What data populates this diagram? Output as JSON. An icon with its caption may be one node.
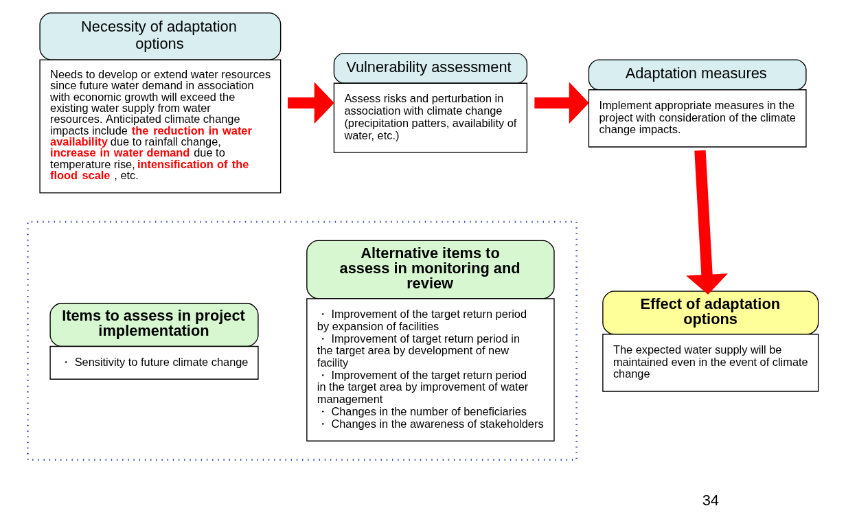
{
  "diagram": {
    "nodes": [
      {
        "text": [
          "Necessity of adaptation options",
          "Needs to develop or extend water resources since future water demand in association with economic growth will exceed the existing water supply from water resources. Anticipated climate change impacts include **the reduction in water availability** due to rainfall change, **increase in water demand** due to temperature rise, **intensification of the flood scale**, etc."
        ]
      },
      {
        "text": [
          "Vulnerability assessment",
          "Assess risks and perturbation in association with climate change (precipitation patters, availability of water, etc.)"
        ]
      },
      {
        "text": [
          "Adaptation measures",
          "Implement appropriate measures in the project with consideration of the climate change impacts."
        ]
      },
      {
        "text": [],
        "shape": "box"
      },
      {
        "text": [
          "Items to assess in project implementation",
          "・ Sensitivity to future climate change"
        ],
        "in": 3
      },
      {
        "text": [
          "Alternative items to assess in monitoring and review",
          "・ Improvement of the target return period by expansion of facilities",
          "・ Improvement of target return period in the target area by development of new facility",
          "・ Improvement of the target return period in the target area by improvement of water management",
          "・ Changes in the number of beneficiaries",
          "・ Changes in the awareness of stakeholders"
        ],
        "in": 3
      },
      {
        "text": [
          "Effect of adaptation options",
          "The expected water supply will be maintained even in the event of climate change"
        ]
      }
    ],
    "edges": [
      {
        "from": 0,
        "to": 1,
        "arrow": "to"
      },
      {
        "from": 1,
        "to": 2,
        "arrow": "to"
      },
      {
        "from": 2,
        "to": 6,
        "arrow": "to"
      }
    ],
    "labels": [
      "34"
    ]
  }
}
